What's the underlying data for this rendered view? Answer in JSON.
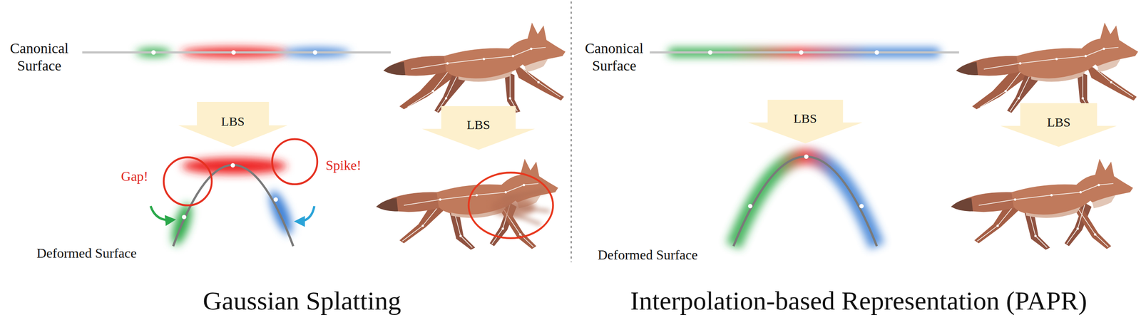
{
  "diagram": {
    "nodes": [
      {
        "text": [
          "LBS"
        ]
      },
      {
        "text": [
          "LBS"
        ]
      },
      {
        "text": [
          "LBS"
        ]
      },
      {
        "text": [
          "LBS"
        ]
      }
    ],
    "labels": [
      "Canonical Surface",
      "Gap!",
      "Spike!",
      "Deformed Surface",
      "Gaussian Splatting",
      "Canonical Surface",
      "Deformed Surface",
      "Interpolation-based Representation (PAPR)"
    ]
  }
}
